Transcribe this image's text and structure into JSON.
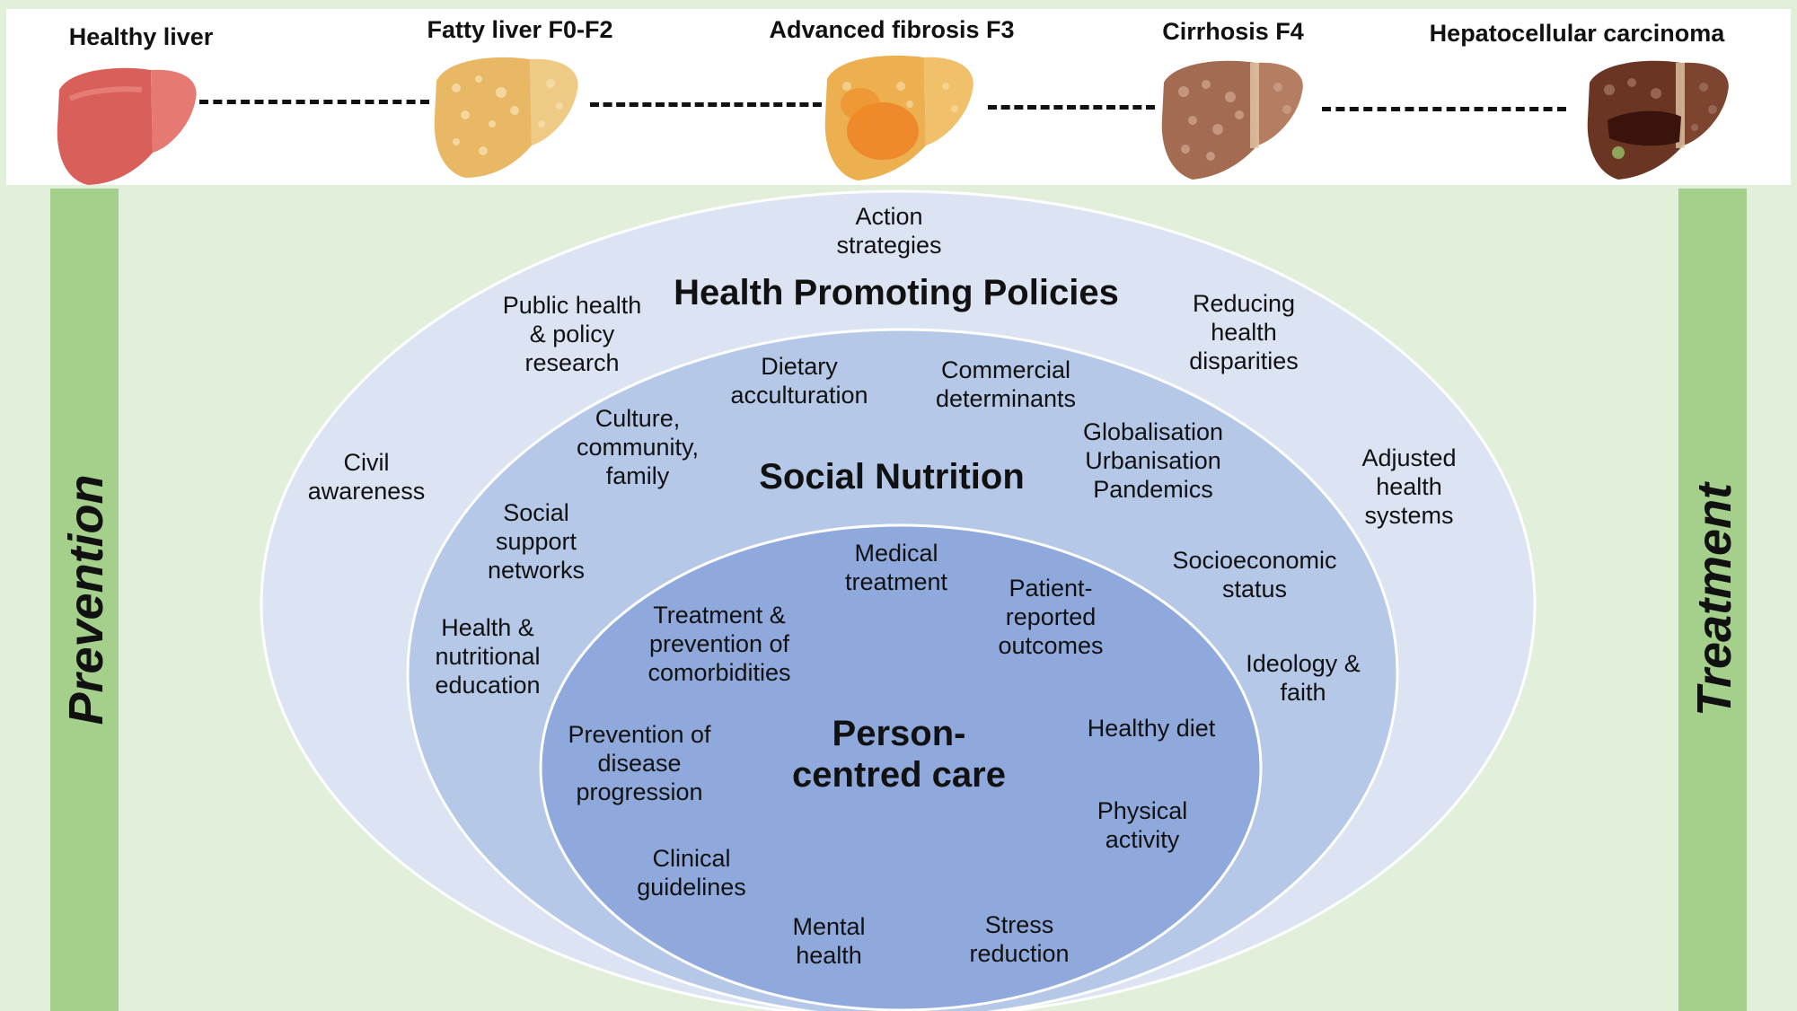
{
  "stages": [
    {
      "title": "Healthy liver",
      "icon": "healthy-liver-icon",
      "color": "#d9605a"
    },
    {
      "title": "Fatty liver F0-F2",
      "icon": "fatty-liver-icon",
      "color": "#e8b865"
    },
    {
      "title": "Advanced fibrosis F3",
      "icon": "fibrosis-liver-icon",
      "color": "#f0a53a"
    },
    {
      "title": "Cirrhosis F4",
      "icon": "cirrhosis-liver-icon",
      "color": "#a26b52"
    },
    {
      "title": "Hepatocellular carcinoma",
      "icon": "carcinoma-liver-icon",
      "color": "#6b3524"
    }
  ],
  "sidebars": {
    "left": "Prevention",
    "right": "Treatment"
  },
  "layers": {
    "outer": {
      "heading": "Health Promoting Policies",
      "color": "#dce4f3",
      "items": [
        "Action\nstrategies",
        "Public health\n& policy\nresearch",
        "Reducing\nhealth\ndisparities",
        "Civil\nawareness",
        "Adjusted\nhealth\nsystems"
      ]
    },
    "middle": {
      "heading": "Social Nutrition",
      "color": "#b5c8e8",
      "items": [
        "Dietary\nacculturation",
        "Commercial\ndeterminants",
        "Culture,\ncommunity,\nfamily",
        "Globalisation\nUrbanisation\nPandemics",
        "Social\nsupport\nnetworks",
        "Socioeconomic\nstatus",
        "Health &\nnutritional\neducation",
        "Ideology &\nfaith"
      ]
    },
    "inner": {
      "heading": "Person-\ncentred care",
      "color": "#8fa9dc",
      "items": [
        "Medical\ntreatment",
        "Treatment &\nprevention of\ncomorbidities",
        "Patient-\nreported\noutcomes",
        "Healthy diet",
        "Prevention of\ndisease\nprogression",
        "Physical\nactivity",
        "Clinical\nguidelines",
        "Mental\nhealth",
        "Stress\nreduction"
      ]
    }
  }
}
